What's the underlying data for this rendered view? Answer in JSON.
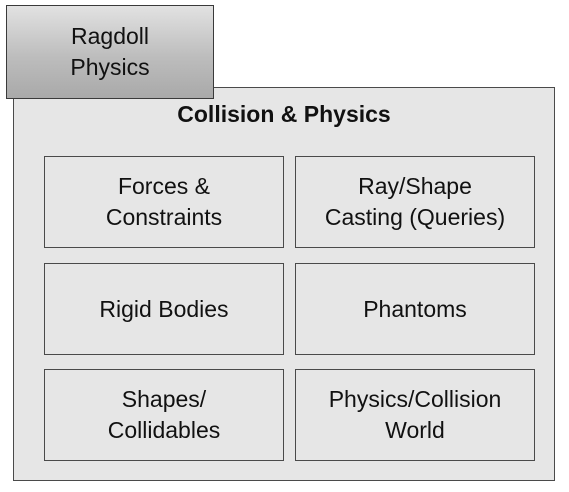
{
  "ragdoll": {
    "label": "Ragdoll\nPhysics"
  },
  "collision": {
    "title": "Collision & Physics",
    "cells": [
      {
        "label": "Forces &\nConstraints"
      },
      {
        "label": "Ray/Shape\nCasting (Queries)"
      },
      {
        "label": "Rigid Bodies"
      },
      {
        "label": "Phantoms"
      },
      {
        "label": "Shapes/\nCollidables"
      },
      {
        "label": "Physics/Collision\nWorld"
      }
    ]
  },
  "colors": {
    "box_fill": "#e6e6e6",
    "border": "#4a4a4a",
    "ragdoll_gradient_top": "#e2e2e2",
    "ragdoll_gradient_bottom": "#a9a9a9"
  }
}
